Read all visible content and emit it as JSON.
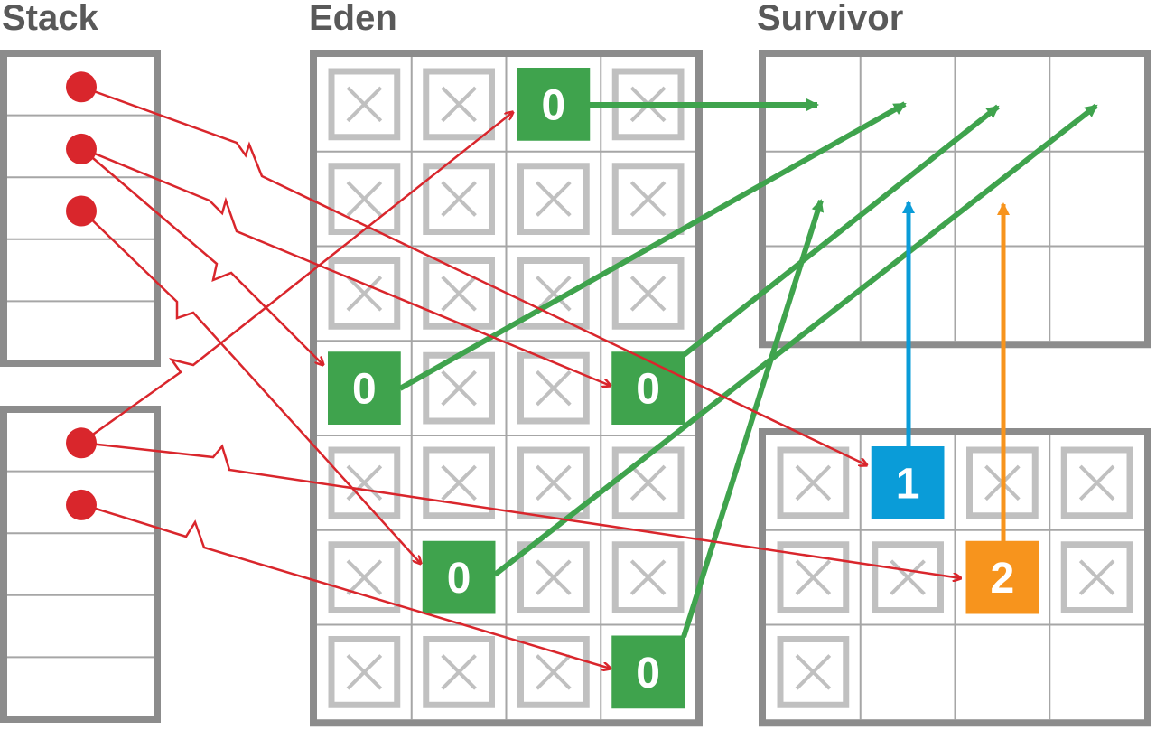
{
  "headings": {
    "stack": "Stack",
    "eden": "Eden",
    "survivor": "Survivor"
  },
  "colors": {
    "frame": "#8c8c8c",
    "grid": "#a6a6a6",
    "dead": "#c0c0c0",
    "eden_live": "#3fa34d",
    "survivor_age1": "#0a9cd8",
    "survivor_age2": "#f7941d",
    "reference": "#d9262c",
    "copy_arrow": "#3fa34d"
  },
  "eden": {
    "cells": [
      [
        "dead",
        "dead",
        "0",
        "dead"
      ],
      [
        "dead",
        "dead",
        "dead",
        "dead"
      ],
      [
        "dead",
        "dead",
        "dead",
        "dead"
      ],
      [
        "0",
        "dead",
        "dead",
        "0"
      ],
      [
        "dead",
        "dead",
        "dead",
        "dead"
      ],
      [
        "dead",
        "0",
        "dead",
        "dead"
      ],
      [
        "dead",
        "dead",
        "dead",
        "0"
      ]
    ]
  },
  "survivor_to": {
    "cells": [
      [
        "empty",
        "empty",
        "empty",
        "empty"
      ],
      [
        "empty",
        "empty",
        "empty",
        "empty"
      ],
      [
        "empty",
        "empty",
        "empty",
        "empty"
      ]
    ]
  },
  "survivor_from": {
    "cells": [
      [
        "dead",
        "1",
        "dead",
        "dead"
      ],
      [
        "dead",
        "dead",
        "2",
        "dead"
      ],
      [
        "dead",
        "empty",
        "empty",
        "empty"
      ]
    ]
  },
  "stack_frames": [
    {
      "slots": 5,
      "roots": [
        true,
        true,
        true,
        false,
        false
      ]
    },
    {
      "slots": 5,
      "roots": [
        true,
        true,
        false,
        false,
        false
      ]
    }
  ]
}
